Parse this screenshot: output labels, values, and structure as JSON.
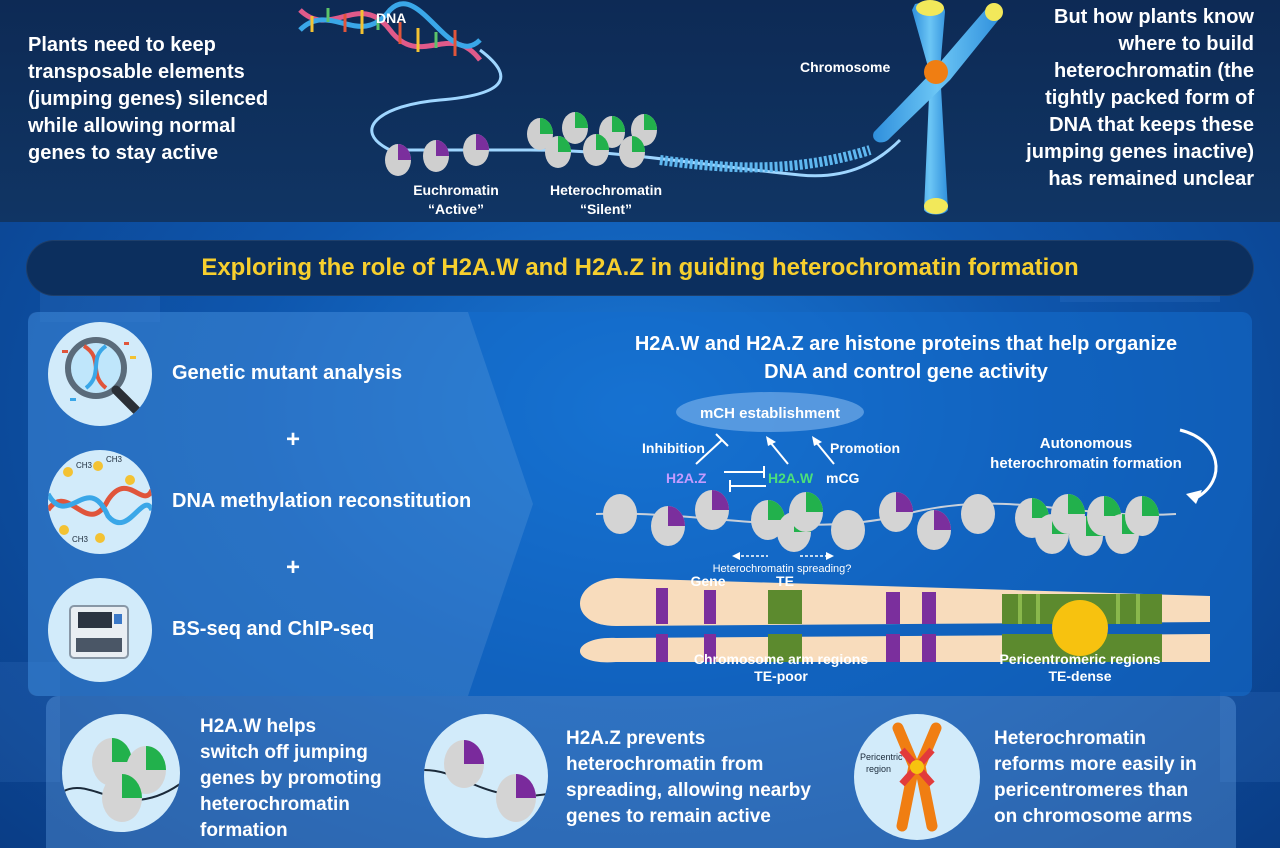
{
  "top": {
    "left_text": [
      "Plants need to keep",
      "transposable elements",
      "(jumping genes) silenced",
      "while allowing normal",
      "genes to stay active"
    ],
    "right_text": [
      "But how plants know",
      "where to build",
      "heterochromatin (the",
      "tightly packed form of",
      "DNA that keeps these",
      "jumping genes inactive)",
      "has remained unclear"
    ],
    "dna_label": "DNA",
    "chromosome_label": "Chromosome",
    "euchromatin_label": "Euchromatin",
    "euchromatin_sub": "“Active”",
    "heterochromatin_label": "Heterochromatin",
    "heterochromatin_sub": "“Silent”"
  },
  "banner": {
    "title": "Exploring the role of H2A.W and H2A.Z in guiding heterochromatin formation"
  },
  "methods": {
    "items": [
      "Genetic mutant analysis",
      "DNA methylation reconstitution",
      "BS-seq and ChIP-seq"
    ],
    "plus": "+",
    "ch3": "CH3"
  },
  "diagram": {
    "title_lines": [
      "H2A.W and H2A.Z are histone proteins that help organize",
      "DNA and control gene activity"
    ],
    "mch": "mCH establishment",
    "inhibition": "Inhibition",
    "promotion": "Promotion",
    "h2az": "H2A.Z",
    "h2aw": "H2A.W",
    "mcg": "mCG",
    "autonomous_lines": [
      "Autonomous",
      "heterochromatin formation"
    ],
    "spreading": "Heterochromatin spreading?",
    "gene": "Gene",
    "te": "TE",
    "arm_lines": [
      "Chromosome arm regions",
      "TE-poor"
    ],
    "peri_lines": [
      "Pericentromeric regions",
      "TE-dense"
    ]
  },
  "bottom": {
    "h2aw_lines": [
      "H2A.W helps",
      "switch off jumping",
      "genes by promoting",
      "heterochromatin",
      "formation"
    ],
    "h2az_lines": [
      "H2A.Z prevents",
      "heterochromatin from",
      "spreading, allowing nearby",
      "genes to remain active"
    ],
    "hetero_lines": [
      "Heterochromatin",
      "reforms more easily in",
      "pericentromeres than",
      "on chromosome arms"
    ],
    "pericentric_lines": [
      "Pericentric",
      "region"
    ]
  },
  "colors": {
    "yellow": "#f7cf2e",
    "h2aw_green": "#22b14c",
    "h2az_purple": "#7a2a9c",
    "chromosome_blue": "#4aa8e8",
    "centromere_orange": "#f07e12",
    "te_green": "#5c8a2e",
    "gene_purple": "#7b2f9d",
    "chromatid_beige": "#f8dcbc"
  }
}
